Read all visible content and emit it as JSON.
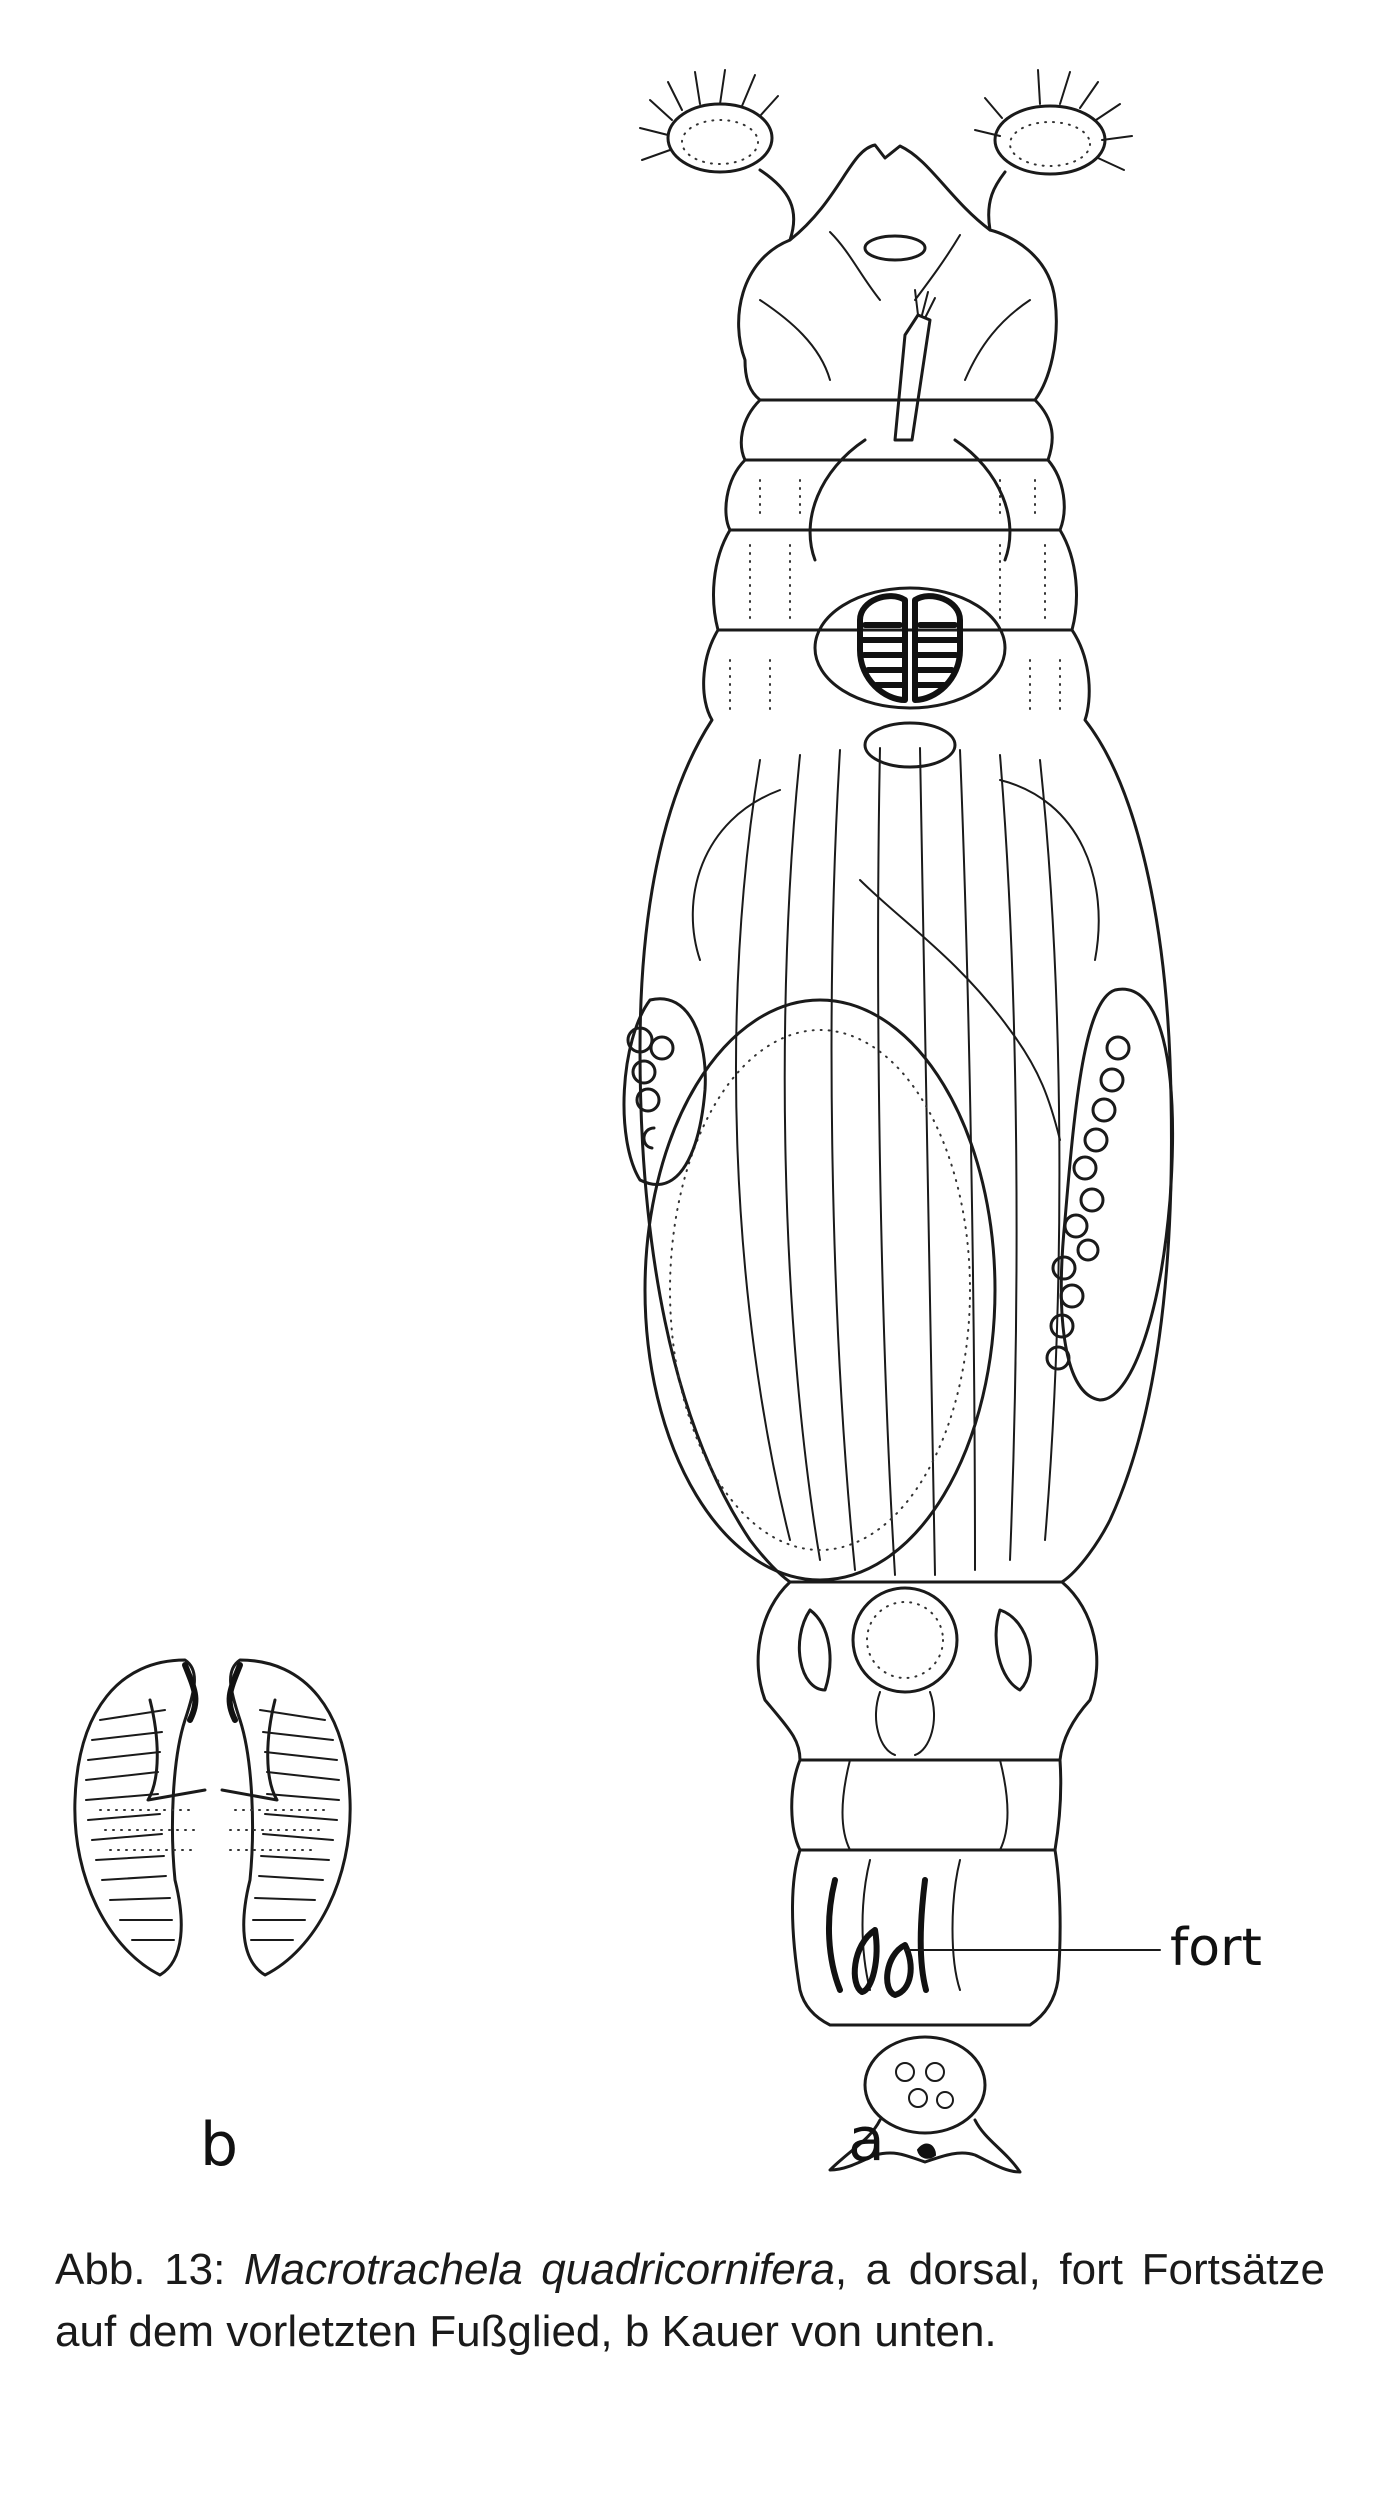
{
  "figure": {
    "label_a": "a",
    "label_b": "b",
    "label_fort": "fort"
  },
  "caption": {
    "prefix": "Abb. 13: ",
    "species": "Macrotrachela quadricornifera",
    "line_rest": ", a dorsal, fort Fortsätze auf dem vorletzten Fußglied, b Kauer von unten."
  }
}
